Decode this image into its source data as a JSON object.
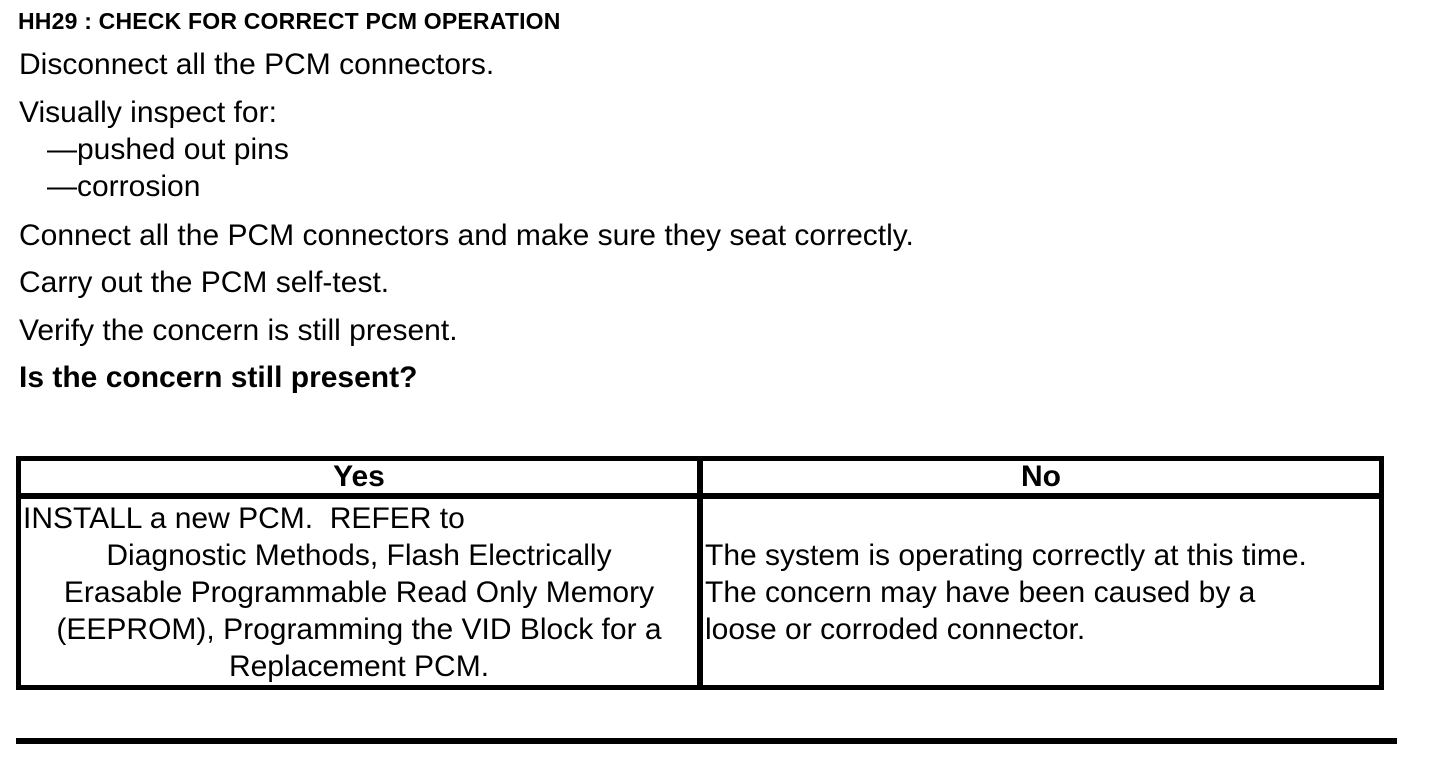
{
  "document": {
    "heading": "HH29 : CHECK FOR CORRECT PCM OPERATION",
    "steps": {
      "disconnect": "Disconnect all the PCM connectors.",
      "inspect_intro": "Visually inspect for:",
      "inspect_item_pins": "—pushed out pins",
      "inspect_item_corrosion": "—corrosion",
      "connect": "Connect all the PCM connectors and make sure they seat correctly.",
      "self_test": "Carry out the PCM self-test.",
      "verify": "Verify the concern is still present.",
      "question": "Is the concern still present?"
    },
    "decision_table": {
      "yes_header": "Yes",
      "no_header": "No",
      "yes_result_lines": [
        "INSTALL a new PCM.  REFER to",
        "Diagnostic Methods, Flash Electrically",
        "Erasable Programmable Read Only Memory",
        "(EEPROM), Programming the VID Block for a",
        "Replacement PCM."
      ],
      "no_result_lines": [
        "The system is operating correctly at this time.",
        "The concern may have been caused by a",
        "loose or corroded connector."
      ]
    },
    "colors": {
      "text": "#000000",
      "background": "#ffffff",
      "border": "#000000"
    }
  }
}
